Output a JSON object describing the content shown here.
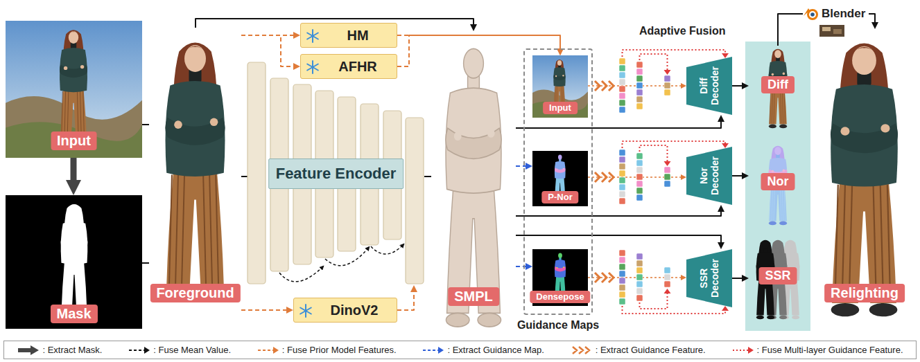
{
  "diagram": {
    "nodes": [
      {
        "text": [
          "Input"
        ]
      },
      {
        "text": [
          "Mask"
        ]
      },
      {
        "text": [
          "Foreground"
        ]
      },
      {
        "text": [
          "HM"
        ]
      },
      {
        "text": [
          "AFHR"
        ]
      },
      {
        "text": [
          "Feature Encoder"
        ]
      },
      {
        "text": [
          "DinoV2"
        ]
      },
      {
        "text": [
          "SMPL"
        ]
      },
      {
        "text": [
          "Guidance Maps"
        ]
      },
      {
        "text": [
          "Input"
        ],
        "in": 8
      },
      {
        "text": [
          "P-Nor"
        ],
        "in": 8
      },
      {
        "text": [
          "Densepose"
        ],
        "in": 8
      },
      {
        "text": [
          "Diff Decoder"
        ]
      },
      {
        "text": [
          "Nor Decoder"
        ]
      },
      {
        "text": [
          "SSR Decoder"
        ]
      },
      {
        "text": [
          "Diff"
        ]
      },
      {
        "text": [
          "Nor"
        ]
      },
      {
        "text": [
          "SSR"
        ]
      },
      {
        "text": [
          "Blender"
        ]
      },
      {
        "text": [
          "Relighting"
        ]
      }
    ],
    "edges": [
      {
        "from": 0,
        "to": 1,
        "arrow": "to"
      },
      {
        "from": 0,
        "to": 2,
        "arrow": "none"
      },
      {
        "from": 1,
        "to": 2,
        "arrow": "none"
      },
      {
        "from": 2,
        "to": 7,
        "arrow": "to"
      },
      {
        "from": 2,
        "to": 3,
        "arrow": "to"
      },
      {
        "from": 2,
        "to": 4,
        "arrow": "to"
      },
      {
        "from": 3,
        "to": 9,
        "arrow": "to"
      },
      {
        "from": 4,
        "to": 9,
        "arrow": "to"
      },
      {
        "from": 2,
        "to": 5,
        "arrow": "none"
      },
      {
        "from": 2,
        "to": 6,
        "arrow": "to"
      },
      {
        "from": 6,
        "to": 5,
        "arrow": "to"
      },
      {
        "from": 5,
        "to": 7,
        "arrow": "none"
      },
      {
        "from": 7,
        "to": 10,
        "arrow": "to"
      },
      {
        "from": 7,
        "to": 11,
        "arrow": "to"
      },
      {
        "from": 7,
        "to": 12,
        "arrow": "to"
      },
      {
        "from": 7,
        "to": 13,
        "arrow": "to"
      },
      {
        "from": 7,
        "to": 14,
        "arrow": "to"
      },
      {
        "from": 9,
        "to": 12,
        "arrow": "to"
      },
      {
        "from": 10,
        "to": 13,
        "arrow": "to"
      },
      {
        "from": 11,
        "to": 14,
        "arrow": "to"
      },
      {
        "from": 12,
        "to": 15,
        "arrow": "to"
      },
      {
        "from": 13,
        "to": 16,
        "arrow": "to"
      },
      {
        "from": 14,
        "to": 17,
        "arrow": "to"
      },
      {
        "from": 15,
        "to": 18,
        "arrow": "none"
      },
      {
        "from": 18,
        "to": 19,
        "arrow": "to"
      }
    ],
    "labels": [
      "Adaptive Fusion"
    ],
    "legend": [
      {
        "text": ": Extract Mask."
      },
      {
        "text": ": Fuse Mean Value."
      },
      {
        "text": ": Fuse Prior Model Features."
      },
      {
        "text": ": Extract Guidance Map."
      },
      {
        "text": ": Extract Guidance Feature."
      },
      {
        "text": ": Fuse Multi-layer Guidance Feature."
      }
    ]
  }
}
